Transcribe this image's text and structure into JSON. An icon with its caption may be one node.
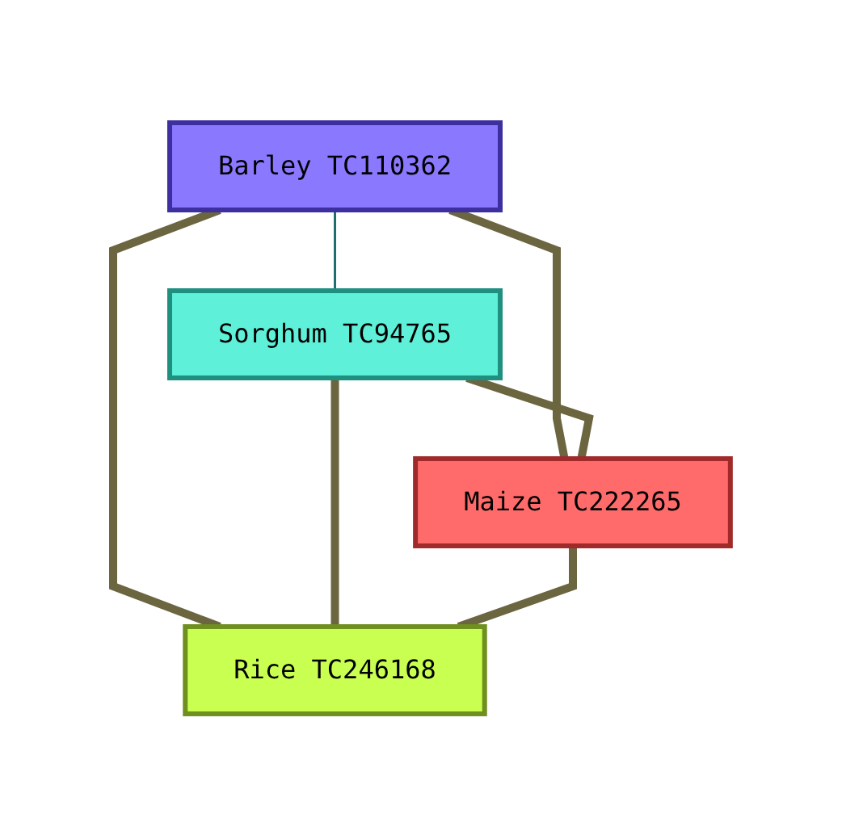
{
  "diagram": {
    "nodes": [
      {
        "text": [
          "Barley TC110362"
        ]
      },
      {
        "text": [
          "Sorghum TC94765"
        ]
      },
      {
        "text": [
          "Maize TC222265"
        ]
      },
      {
        "text": [
          "Rice TC246168"
        ]
      }
    ],
    "edges": [
      {
        "from": 0,
        "to": 1,
        "arrow": "none",
        "color": "#1f6f6f"
      },
      {
        "from": 0,
        "to": 2,
        "arrow": "none"
      },
      {
        "from": 0,
        "to": 3,
        "arrow": "none"
      },
      {
        "from": 1,
        "to": 2,
        "arrow": "none"
      },
      {
        "from": 1,
        "to": 3,
        "arrow": "none"
      },
      {
        "from": 2,
        "to": 3,
        "arrow": "none"
      }
    ]
  }
}
